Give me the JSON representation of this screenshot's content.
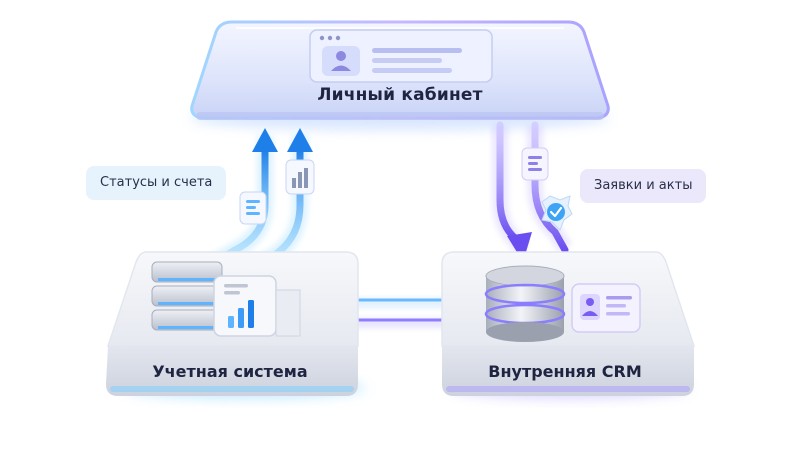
{
  "nodes": {
    "portal": {
      "label": "Личный кабинет"
    },
    "accounting": {
      "label": "Учетная система"
    },
    "crm": {
      "label": "Внутренняя CRM"
    }
  },
  "flows": {
    "to_portal": {
      "label": "Статусы и счета"
    },
    "from_portal": {
      "label": "Заявки и акты"
    }
  },
  "colors": {
    "blue_flow": "#2f8cf0",
    "violet_flow": "#7a5cf0",
    "glass": "#dfe6fb",
    "platform": "#eef1f7",
    "text": "#1f2440"
  },
  "icons": [
    "user-card-icon",
    "server-stack-icon",
    "bar-chart-document-icon",
    "database-icon",
    "contact-card-icon",
    "document-icon",
    "check-badge-icon"
  ]
}
